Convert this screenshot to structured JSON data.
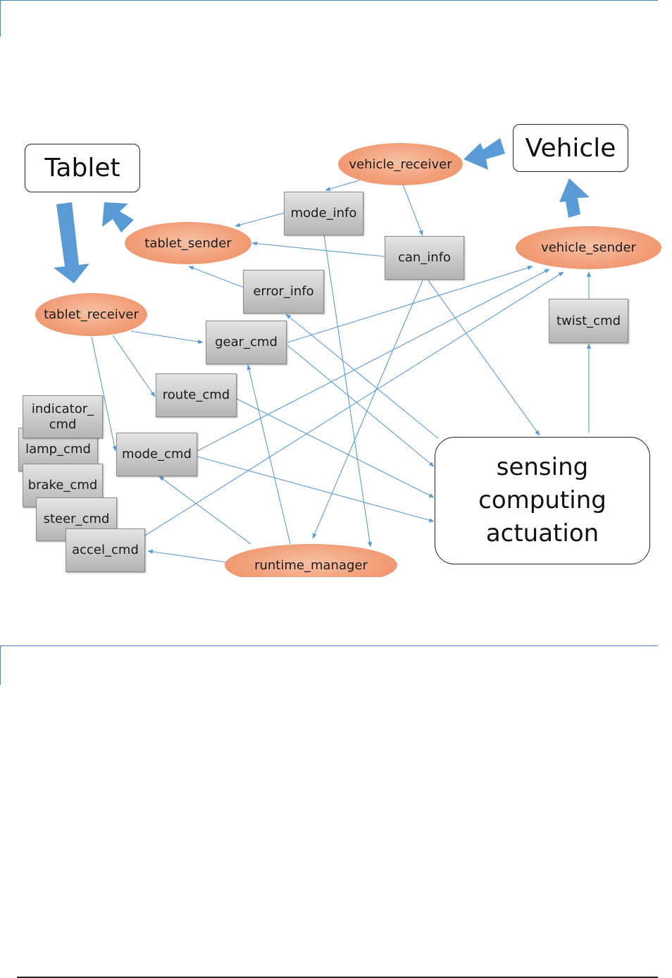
{
  "nodes": {
    "tablet": "Tablet",
    "vehicle": "Vehicle",
    "sca": {
      "line1": "sensing",
      "line2": "computing",
      "line3": "actuation"
    },
    "vehicle_receiver": "vehicle_receiver",
    "tablet_sender": "tablet_sender",
    "vehicle_sender": "vehicle_sender",
    "tablet_receiver": "tablet_receiver",
    "runtime_manager": "runtime_manager",
    "mode_info": "mode_info",
    "can_info": "can_info",
    "error_info": "error_info",
    "gear_cmd": "gear_cmd",
    "route_cmd": "route_cmd",
    "mode_cmd": "mode_cmd",
    "twist_cmd": "twist_cmd",
    "indicator_cmd": {
      "line1": "indicator_",
      "line2": "cmd"
    },
    "lamp_cmd": "lamp_cmd",
    "brake_cmd": "brake_cmd",
    "steer_cmd": "steer_cmd",
    "accel_cmd": "accel_cmd"
  },
  "colors": {
    "rule": "#4f81bd",
    "edge": "#5b9bd5",
    "big_arrow": "#5b9bd5",
    "oval": "#f2a07a",
    "rect": "#c8c8c8"
  }
}
